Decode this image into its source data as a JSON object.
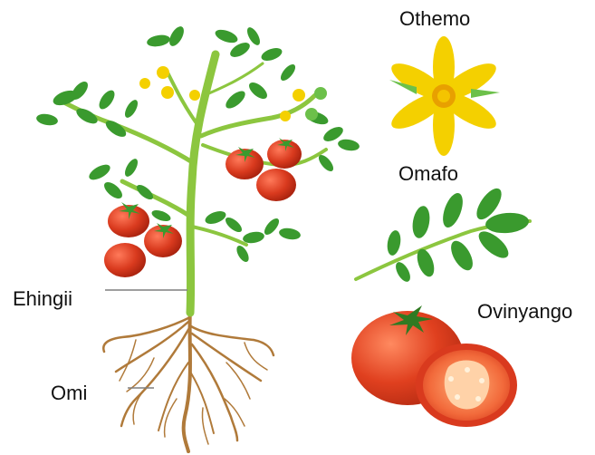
{
  "labels": {
    "flower": "Othemo",
    "leaf": "Omafo",
    "stem": "Ehingii",
    "fruit": "Ovinyango",
    "roots": "Omi"
  },
  "colors": {
    "stem": "#8cc63f",
    "leaf": "#3a9a2e",
    "flower": "#f4d000",
    "fruit": "#d93a1e",
    "fruit_flesh": "#f06a3a",
    "roots": "#b07a3a",
    "pointer": "#7f7f7f"
  }
}
